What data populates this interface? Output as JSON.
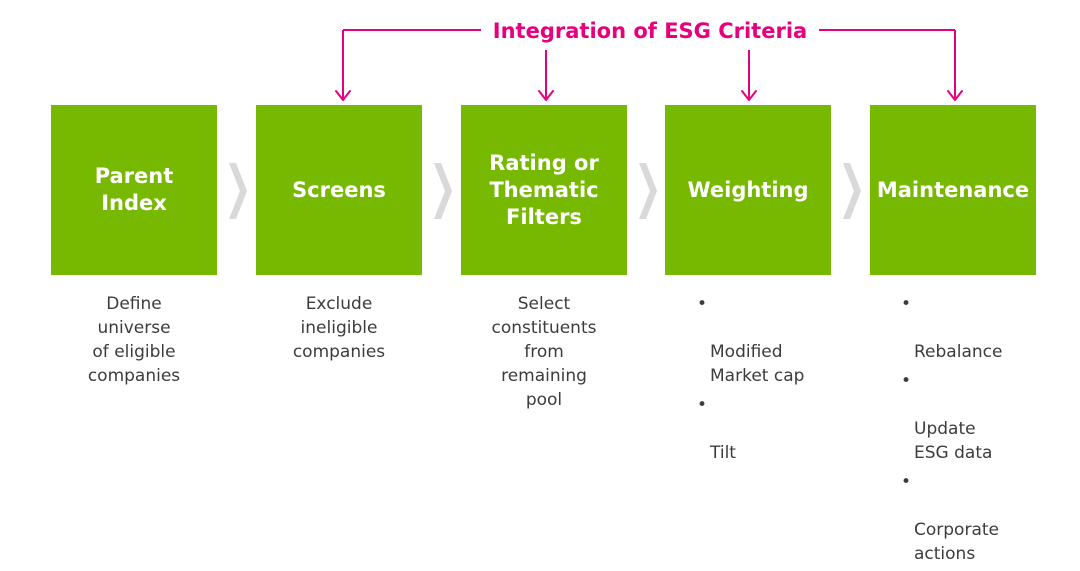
{
  "banner": {
    "title": "Integration of ESG Criteria",
    "color": "#e6007e"
  },
  "colors": {
    "box_fill": "#77b800",
    "chevron": "#d9d9d9",
    "box_text": "#ffffff",
    "body_text": "#3c3c3c"
  },
  "steps": [
    {
      "title": "Parent\nIndex",
      "description": "Define\nuniverse\nof eligible\ncompanies"
    },
    {
      "title": "Screens",
      "description": "Exclude\nineligible\ncompanies"
    },
    {
      "title": "Rating or\nThematic\nFilters",
      "description": "Select\nconstituents\nfrom\nremaining\npool"
    },
    {
      "title": "Weighting",
      "bullets": [
        "Modified\nMarket cap",
        "Tilt"
      ]
    },
    {
      "title": "Maintenance",
      "bullets": [
        "Rebalance",
        "Update\nESG data",
        "Corporate\nactions"
      ]
    }
  ],
  "bullet_symbol": "•"
}
